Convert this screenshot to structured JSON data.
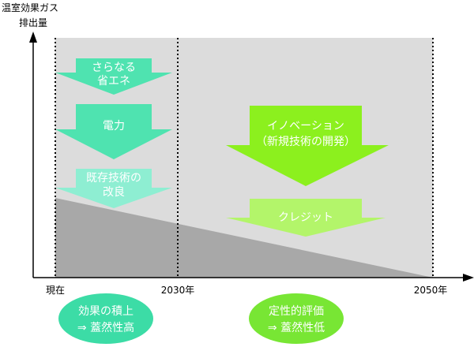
{
  "y_axis_label": [
    "温室効果ガス",
    "排出量"
  ],
  "x_axis": {
    "tick_now": "現在",
    "tick_2030": "2030年",
    "tick_2050": "2050年"
  },
  "arrows": {
    "energy_saving": [
      "さらなる",
      "省エネ"
    ],
    "power": "電力",
    "existing_tech": [
      "既存技術の",
      "改良"
    ],
    "innovation": [
      "イノベーション",
      "（新規技術の開発）"
    ],
    "credit": "クレジット"
  },
  "ovals": {
    "left": [
      "効果の積上",
      "⇒ 蓋然性高"
    ],
    "right": [
      "定性的評価",
      "⇒ 蓋然性低"
    ]
  },
  "colors": {
    "background_region": "#dcdcdc",
    "emission_wedge": "#a8a8a8",
    "teal_arrow": "#4fe3b0",
    "teal_arrow_light": "#8eeed2",
    "green_arrow": "#8cf01e",
    "green_arrow_light": "#b3f56a",
    "oval_teal": "#3cdca6",
    "oval_green": "#78e634"
  }
}
